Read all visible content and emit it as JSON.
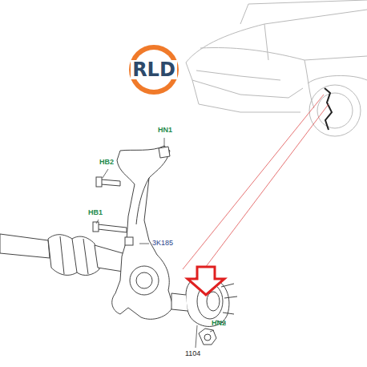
{
  "diagram": {
    "labels": [
      "RLD",
      "HN1",
      "HB2",
      "HB1",
      "3K185",
      "1104",
      "HN2"
    ]
  }
}
